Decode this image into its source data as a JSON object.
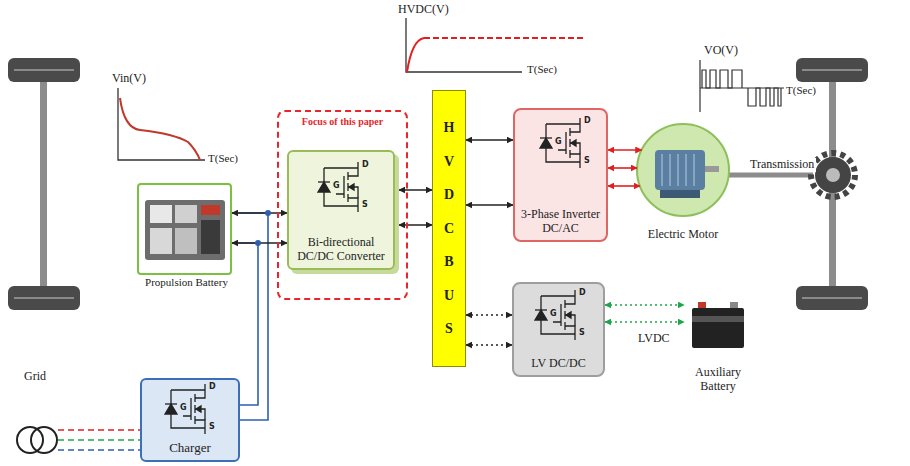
{
  "diagram": {
    "nodes": [
      {
        "text": [
          "Propulsion Battery"
        ]
      },
      {
        "text": [
          "Focus of this paper"
        ]
      },
      {
        "text": [
          "Bi-directional DC/DC Converter"
        ],
        "in": 1
      },
      {
        "text": [
          "HVDCBUS"
        ]
      },
      {
        "text": [
          "3-Phase Inverter DC/AC"
        ]
      },
      {
        "text": [
          "Electric Motor"
        ]
      },
      {
        "text": [
          "LV DC/DC"
        ]
      },
      {
        "text": [
          "Auxiliary Battery"
        ]
      },
      {
        "text": [
          "Grid"
        ]
      },
      {
        "text": [
          "Charger"
        ]
      }
    ],
    "edges": [
      {
        "from": 0,
        "to": 2,
        "arrow": "both"
      },
      {
        "from": 0,
        "to": 2,
        "arrow": "both"
      },
      {
        "from": 2,
        "to": 3,
        "arrow": "both"
      },
      {
        "from": 2,
        "to": 3,
        "arrow": "both"
      },
      {
        "from": 3,
        "to": 4,
        "arrow": "both"
      },
      {
        "from": 3,
        "to": 4,
        "arrow": "both"
      },
      {
        "from": 4,
        "to": 5,
        "arrow": "both"
      },
      {
        "from": 4,
        "to": 5,
        "arrow": "both"
      },
      {
        "from": 4,
        "to": 5,
        "arrow": "both"
      },
      {
        "from": 3,
        "to": 6,
        "arrow": "both"
      },
      {
        "from": 3,
        "to": 6,
        "arrow": "both"
      },
      {
        "from": 6,
        "to": 7,
        "arrow": "both"
      },
      {
        "from": 6,
        "to": 7,
        "arrow": "both"
      },
      {
        "from": 8,
        "to": 9,
        "arrow": "none"
      },
      {
        "from": 8,
        "to": 9,
        "arrow": "none"
      },
      {
        "from": 8,
        "to": 9,
        "arrow": "none"
      },
      {
        "from": 9,
        "to": 0,
        "arrow": "none"
      },
      {
        "from": 9,
        "to": 0,
        "arrow": "none"
      }
    ],
    "labels": [
      "Vin(V)",
      "T(Sec)",
      "HVDC(V)",
      "T(Sec)",
      "VO(V)",
      "T(Sec)",
      "Transmission",
      "LVDC",
      "G",
      "D",
      "S",
      "G",
      "D",
      "S",
      "G",
      "D",
      "S",
      "G",
      "D",
      "S"
    ]
  }
}
